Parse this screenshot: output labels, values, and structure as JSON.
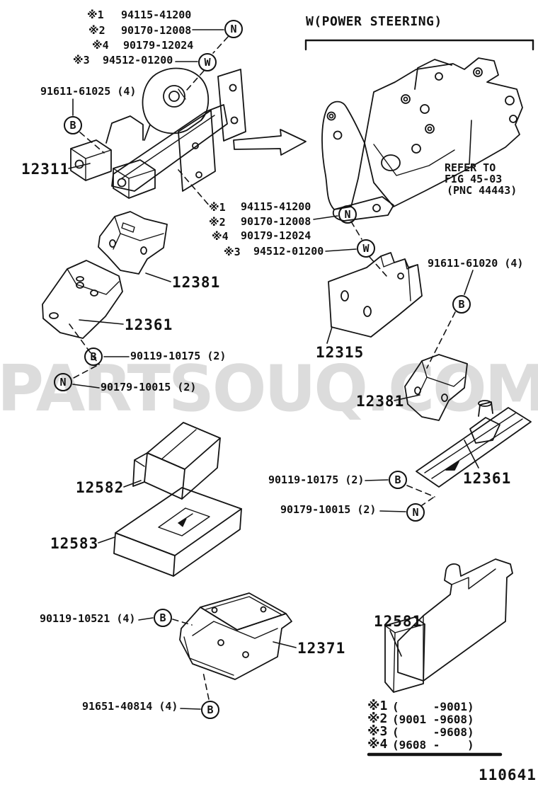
{
  "watermark": "PARTSOUQ.COM",
  "page_code": "110641",
  "header": {
    "variant_title": "W(POWER STEERING)"
  },
  "refer_note": {
    "line1": "REFER TO",
    "line2": "FIG 45-03",
    "line3": "(PNC 44443)"
  },
  "symbols": {
    "b": "B",
    "n": "N",
    "w": "W"
  },
  "fasteners_top": {
    "rows": [
      {
        "ref": "※1",
        "part": "94115-41200"
      },
      {
        "ref": "※2",
        "part": "90170-12008"
      },
      {
        "ref": "※4",
        "part": "90179-12024"
      },
      {
        "ref": "※3",
        "part": "94512-01200"
      }
    ]
  },
  "fasteners_mid": {
    "rows": [
      {
        "ref": "※1",
        "part": "94115-41200"
      },
      {
        "ref": "※2",
        "part": "90170-12008"
      },
      {
        "ref": "※4",
        "part": "90179-12024"
      },
      {
        "ref": "※3",
        "part": "94512-01200"
      }
    ]
  },
  "callouts": {
    "bolt_61025": "91611-61025 (4)",
    "p12311": "12311",
    "p12381_left": "12381",
    "p12361_left": "12361",
    "bolt_10175_left": "90119-10175 (2)",
    "nut_10015_left": "90179-10015 (2)",
    "p12315": "12315",
    "bolt_61020": "91611-61020 (4)",
    "p12381_right": "12381",
    "p12361_right": "12361",
    "bolt_10175_right": "90119-10175 (2)",
    "nut_10015_right": "90179-10015 (2)",
    "p12582": "12582",
    "p12583": "12583",
    "bolt_10521": "90119-10521 (4)",
    "p12371": "12371",
    "bolt_40814": "91651-40814 (4)",
    "p12581": "12581"
  },
  "legend": {
    "rows": [
      {
        "ref": "※1",
        "range": "(     -9001)"
      },
      {
        "ref": "※2",
        "range": "(9001 -9608)"
      },
      {
        "ref": "※3",
        "range": "(     -9608)"
      },
      {
        "ref": "※4",
        "range": "(9608 -    )"
      }
    ]
  }
}
